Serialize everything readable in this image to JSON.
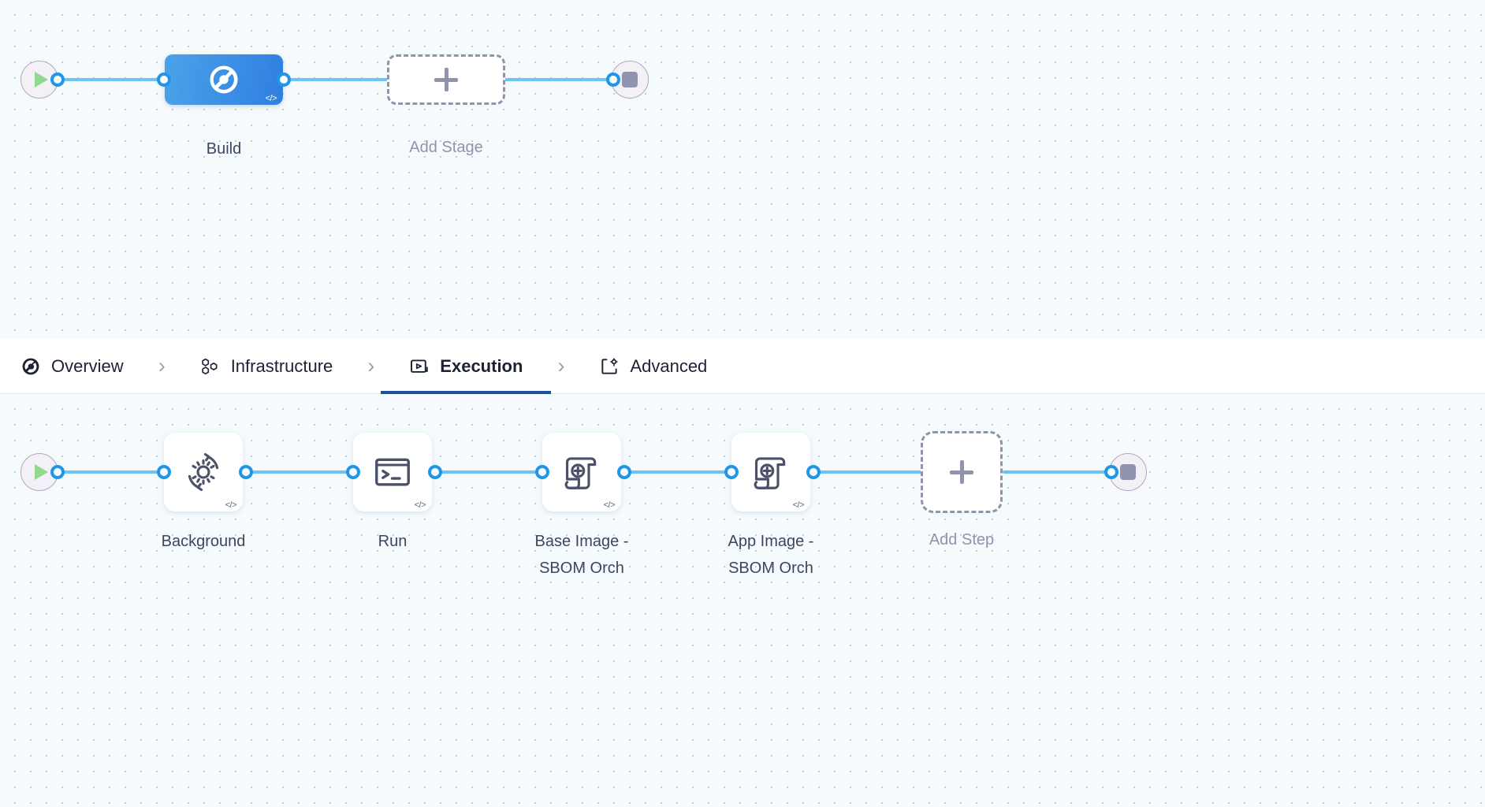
{
  "theme": {
    "canvas_bg": "#f5fafd",
    "grid_dot": "#c3ccd6",
    "edge": "#6cc4f2",
    "port_ring": "#2196e8",
    "stage_blue_from": "#4aa3e8",
    "stage_blue_to": "#2f7fe0",
    "active_tab_underline": "#1d4f9c",
    "dashed_border": "#8f93ab",
    "label_text": "#3d4560",
    "play_green": "#90d98e",
    "stop_grey": "#8f95ae"
  },
  "stage_graph": {
    "start_node": {
      "name": "pipeline-start",
      "icon": "play-icon"
    },
    "end_node": {
      "name": "pipeline-end",
      "icon": "stop-icon"
    },
    "stages": [
      {
        "label": "Build",
        "icon": "build-stage-icon",
        "badge": "</>",
        "selected": true
      }
    ],
    "add_stage": {
      "label": "Add Stage",
      "icon": "plus-icon"
    }
  },
  "tabs": {
    "separator": "›",
    "items": [
      {
        "label": "Overview",
        "icon": "overview-icon",
        "active": false
      },
      {
        "label": "Infrastructure",
        "icon": "infrastructure-icon",
        "active": false
      },
      {
        "label": "Execution",
        "icon": "execution-icon",
        "active": true
      },
      {
        "label": "Advanced",
        "icon": "advanced-icon",
        "active": false
      }
    ]
  },
  "step_graph": {
    "start_node": {
      "name": "execution-start",
      "icon": "play-icon"
    },
    "end_node": {
      "name": "execution-end",
      "icon": "stop-icon"
    },
    "steps": [
      {
        "label": "Background",
        "icon": "gear-refresh-icon",
        "badge": "</>"
      },
      {
        "label": "Run",
        "icon": "terminal-icon",
        "badge": "</>"
      },
      {
        "label": "Base Image -\nSBOM Orch",
        "icon": "sbom-scroll-icon",
        "badge": "</>"
      },
      {
        "label": "App Image -\nSBOM Orch",
        "icon": "sbom-scroll-icon",
        "badge": "</>"
      }
    ],
    "add_step": {
      "label": "Add Step",
      "icon": "plus-icon"
    }
  }
}
